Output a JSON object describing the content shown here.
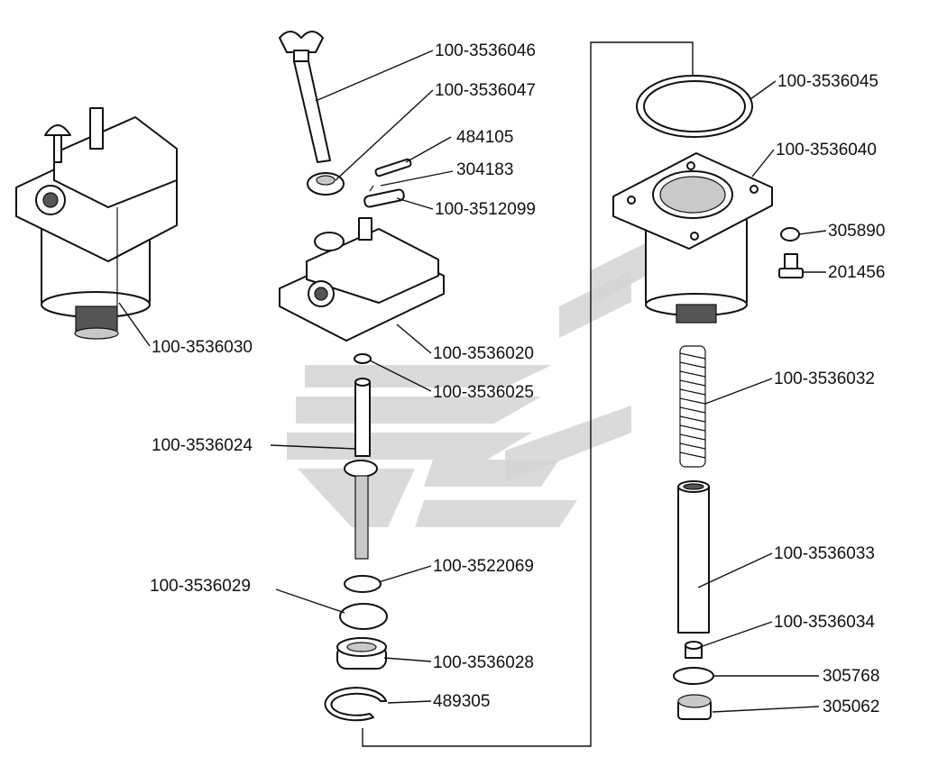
{
  "labels": {
    "p100_3536046": "100-3536046",
    "p100_3536047": "100-3536047",
    "p484105": "484105",
    "p304183": "304183",
    "p100_3512099": "100-3512099",
    "p100_3536030": "100-3536030",
    "p100_3536020": "100-3536020",
    "p100_3536025": "100-3536025",
    "p100_3536024": "100-3536024",
    "p100_3522069": "100-3522069",
    "p100_3536029": "100-3536029",
    "p100_3536028": "100-3536028",
    "p489305": "489305",
    "p100_3536045": "100-3536045",
    "p100_3536040": "100-3536040",
    "p305890": "305890",
    "p201456": "201456",
    "p100_3536032": "100-3536032",
    "p100_3536033": "100-3536033",
    "p100_3536034": "100-3536034",
    "p305768": "305768",
    "p305062": "305062"
  }
}
